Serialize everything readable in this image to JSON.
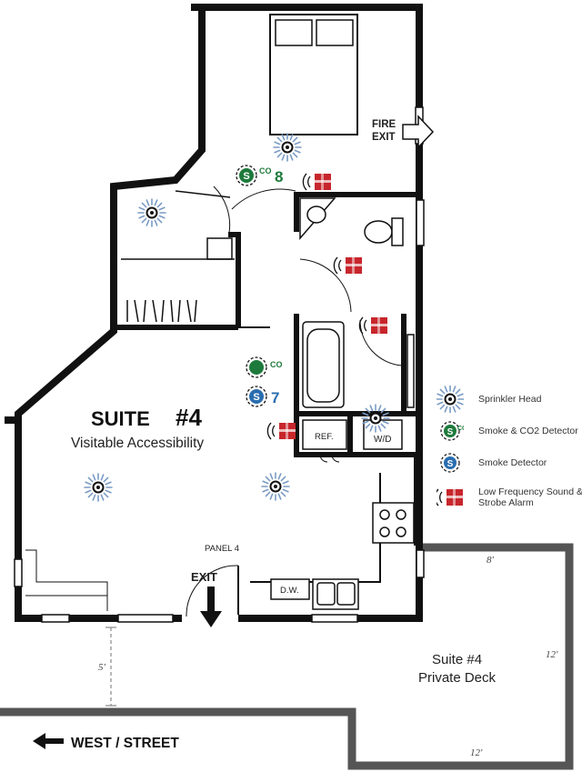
{
  "suite": {
    "title": "SUITE",
    "number": "#4",
    "subtitle": "Visitable Accessibility"
  },
  "labels": {
    "fire_exit_line1": "FIRE",
    "fire_exit_line2": "EXIT",
    "exit": "EXIT",
    "panel": "PANEL 4",
    "refrigerator": "REF.",
    "washer_dryer": "W/D",
    "dishwasher": "D.W.",
    "street": "WEST / STREET",
    "deck_line1": "Suite #4",
    "deck_line2": "Private Deck"
  },
  "detectors": {
    "co_suffix": "CO",
    "smoke_letter": "S",
    "bedroom_number": "8",
    "living_number": "7"
  },
  "dimensions": {
    "walkway": "5'",
    "deck_top": "8'",
    "deck_side": "12'",
    "deck_bottom": "12'"
  },
  "legend": [
    {
      "icon": "sprinkler-head-icon",
      "label": "Sprinkler Head"
    },
    {
      "icon": "smoke-co2-detector-icon",
      "label": "Smoke & CO2 Detector"
    },
    {
      "icon": "smoke-detector-icon",
      "label": "Smoke Detector"
    },
    {
      "icon": "strobe-alarm-icon",
      "label": "Low Frequency Sound & Strobe Alarm"
    }
  ],
  "colors": {
    "wall": "#111111",
    "deck_wall": "#555555",
    "sprinkler": "#7a9bc4",
    "co_detector": "#1e7a3c",
    "smoke_detector": "#2a6db0",
    "alarm": "#c7262c"
  }
}
